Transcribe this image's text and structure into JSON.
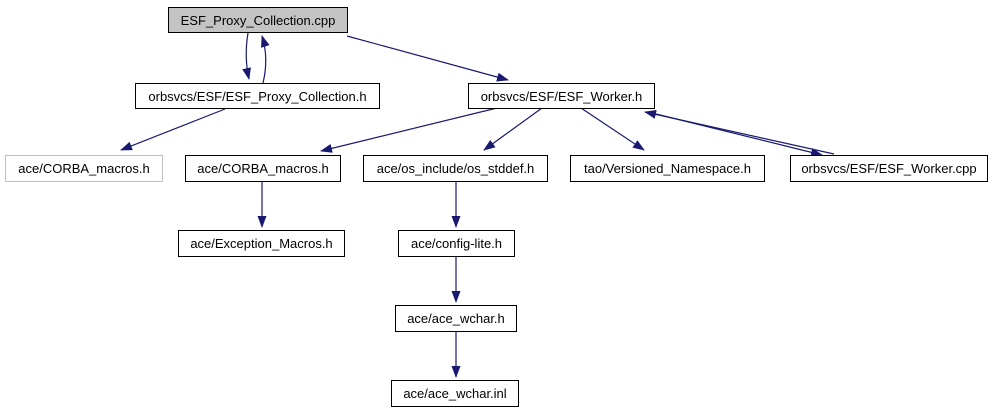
{
  "diagram": {
    "kind": "include-dependency-graph",
    "colors": {
      "arrow": "#191970",
      "focus_fill": "#c4c4c4",
      "node_fill": "#ffffff",
      "node_border": "#000000",
      "external_border": "#bfbfbf",
      "text": "#000000",
      "background": "#ffffff"
    },
    "nodes": [
      {
        "id": "esf_proxy_collection_cpp",
        "label": "ESF_Proxy_Collection.cpp",
        "kind": "focus"
      },
      {
        "id": "esf_proxy_collection_h",
        "label": "orbsvcs/ESF/ESF_Proxy_Collection.h",
        "kind": "normal"
      },
      {
        "id": "esf_worker_h",
        "label": "orbsvcs/ESF/ESF_Worker.h",
        "kind": "normal"
      },
      {
        "id": "corba_macros_external",
        "label": "ace/CORBA_macros.h",
        "kind": "external"
      },
      {
        "id": "corba_macros",
        "label": "ace/CORBA_macros.h",
        "kind": "normal"
      },
      {
        "id": "os_stddef",
        "label": "ace/os_include/os_stddef.h",
        "kind": "normal"
      },
      {
        "id": "versioned_namespace",
        "label": "tao/Versioned_Namespace.h",
        "kind": "normal"
      },
      {
        "id": "esf_worker_cpp",
        "label": "orbsvcs/ESF/ESF_Worker.cpp",
        "kind": "normal"
      },
      {
        "id": "exception_macros",
        "label": "ace/Exception_Macros.h",
        "kind": "normal"
      },
      {
        "id": "config_lite",
        "label": "ace/config-lite.h",
        "kind": "normal"
      },
      {
        "id": "ace_wchar_h",
        "label": "ace/ace_wchar.h",
        "kind": "normal"
      },
      {
        "id": "ace_wchar_inl",
        "label": "ace/ace_wchar.inl",
        "kind": "normal"
      }
    ],
    "edges": [
      {
        "from": "esf_proxy_collection_cpp",
        "to": "esf_proxy_collection_h"
      },
      {
        "from": "esf_proxy_collection_h",
        "to": "esf_proxy_collection_cpp"
      },
      {
        "from": "esf_proxy_collection_cpp",
        "to": "esf_worker_h"
      },
      {
        "from": "esf_proxy_collection_h",
        "to": "corba_macros_external"
      },
      {
        "from": "esf_worker_h",
        "to": "corba_macros"
      },
      {
        "from": "esf_worker_h",
        "to": "os_stddef"
      },
      {
        "from": "esf_worker_h",
        "to": "versioned_namespace"
      },
      {
        "from": "esf_worker_h",
        "to": "esf_worker_cpp"
      },
      {
        "from": "esf_worker_cpp",
        "to": "esf_worker_h"
      },
      {
        "from": "corba_macros",
        "to": "exception_macros"
      },
      {
        "from": "os_stddef",
        "to": "config_lite"
      },
      {
        "from": "config_lite",
        "to": "ace_wchar_h"
      },
      {
        "from": "ace_wchar_h",
        "to": "ace_wchar_inl"
      }
    ]
  }
}
